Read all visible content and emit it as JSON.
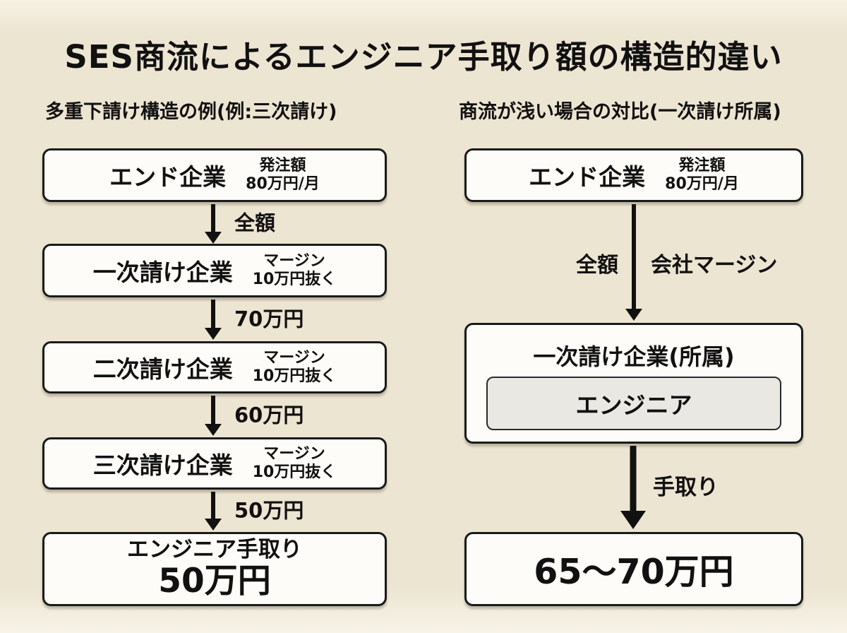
{
  "title": "SES商流によるエンジニア手取り額の構造的違い",
  "left_column": {
    "heading": "多重下請け構造の例(例:三次請け)",
    "boxes": [
      {
        "label": "エンド企業",
        "note_line1": "発注額",
        "note_line2": "80万円/月"
      },
      {
        "label": "一次請け企業",
        "note_line1": "マージン",
        "note_line2": "10万円抜く"
      },
      {
        "label": "二次請け企業",
        "note_line1": "マージン",
        "note_line2": "10万円抜く"
      },
      {
        "label": "三次請け企業",
        "note_line1": "マージン",
        "note_line2": "10万円抜く"
      }
    ],
    "arrow_labels": [
      "全額",
      "70万円",
      "60万円",
      "50万円"
    ],
    "result_box": {
      "line1": "エンジニア手取り",
      "line2": "50万円"
    }
  },
  "right_column": {
    "heading": "商流が浅い場合の対比(一次請け所属)",
    "end_box": {
      "label": "エンド企業",
      "note_line1": "発注額",
      "note_line2": "80万円/月"
    },
    "arrow1_label_left": "全額",
    "arrow1_label_right": "会社マージン",
    "company_box": {
      "label": "一次請け企業(所属)",
      "engineer_label": "エンジニア"
    },
    "arrow2_label": "手取り",
    "result_box": {
      "amount": "65〜70万円"
    }
  },
  "colors": {
    "background": "#ECE5D2",
    "box_background": "#FDFCF8",
    "box_border": "#1A1A1A",
    "nested_box_background": "#E9E8E2",
    "text": "#111111"
  }
}
